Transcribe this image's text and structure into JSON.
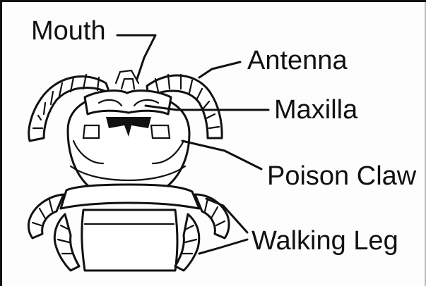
{
  "labels": {
    "mouth": "Mouth",
    "antenna": "Antenna",
    "maxilla": "Maxilla",
    "poison_claw": "Poison Claw",
    "walking_leg": "Walking Leg"
  }
}
